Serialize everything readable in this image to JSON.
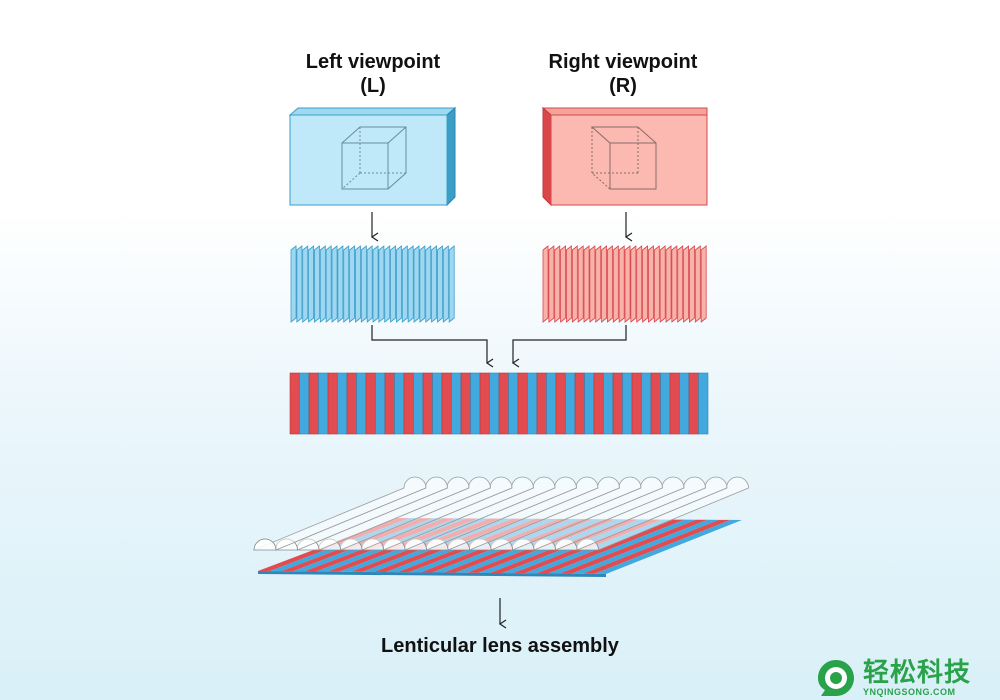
{
  "left_view": {
    "title_line1": "Left viewpoint",
    "title_line2": "(L)"
  },
  "right_view": {
    "title_line1": "Right viewpoint",
    "title_line2": "(R)"
  },
  "bottom_label": "Lenticular lens assembly",
  "watermark": {
    "cn": "轻松科技",
    "en": "YNQINGSONG.COM"
  },
  "colors": {
    "left_fill": "#bfe9f8",
    "left_stroke": "#3a9ec7",
    "left_strip": "#41a9de",
    "right_fill": "#fbb9b1",
    "right_stroke": "#d9474a",
    "right_strip": "#e24b4f",
    "logo_green": "#2aa24a"
  }
}
